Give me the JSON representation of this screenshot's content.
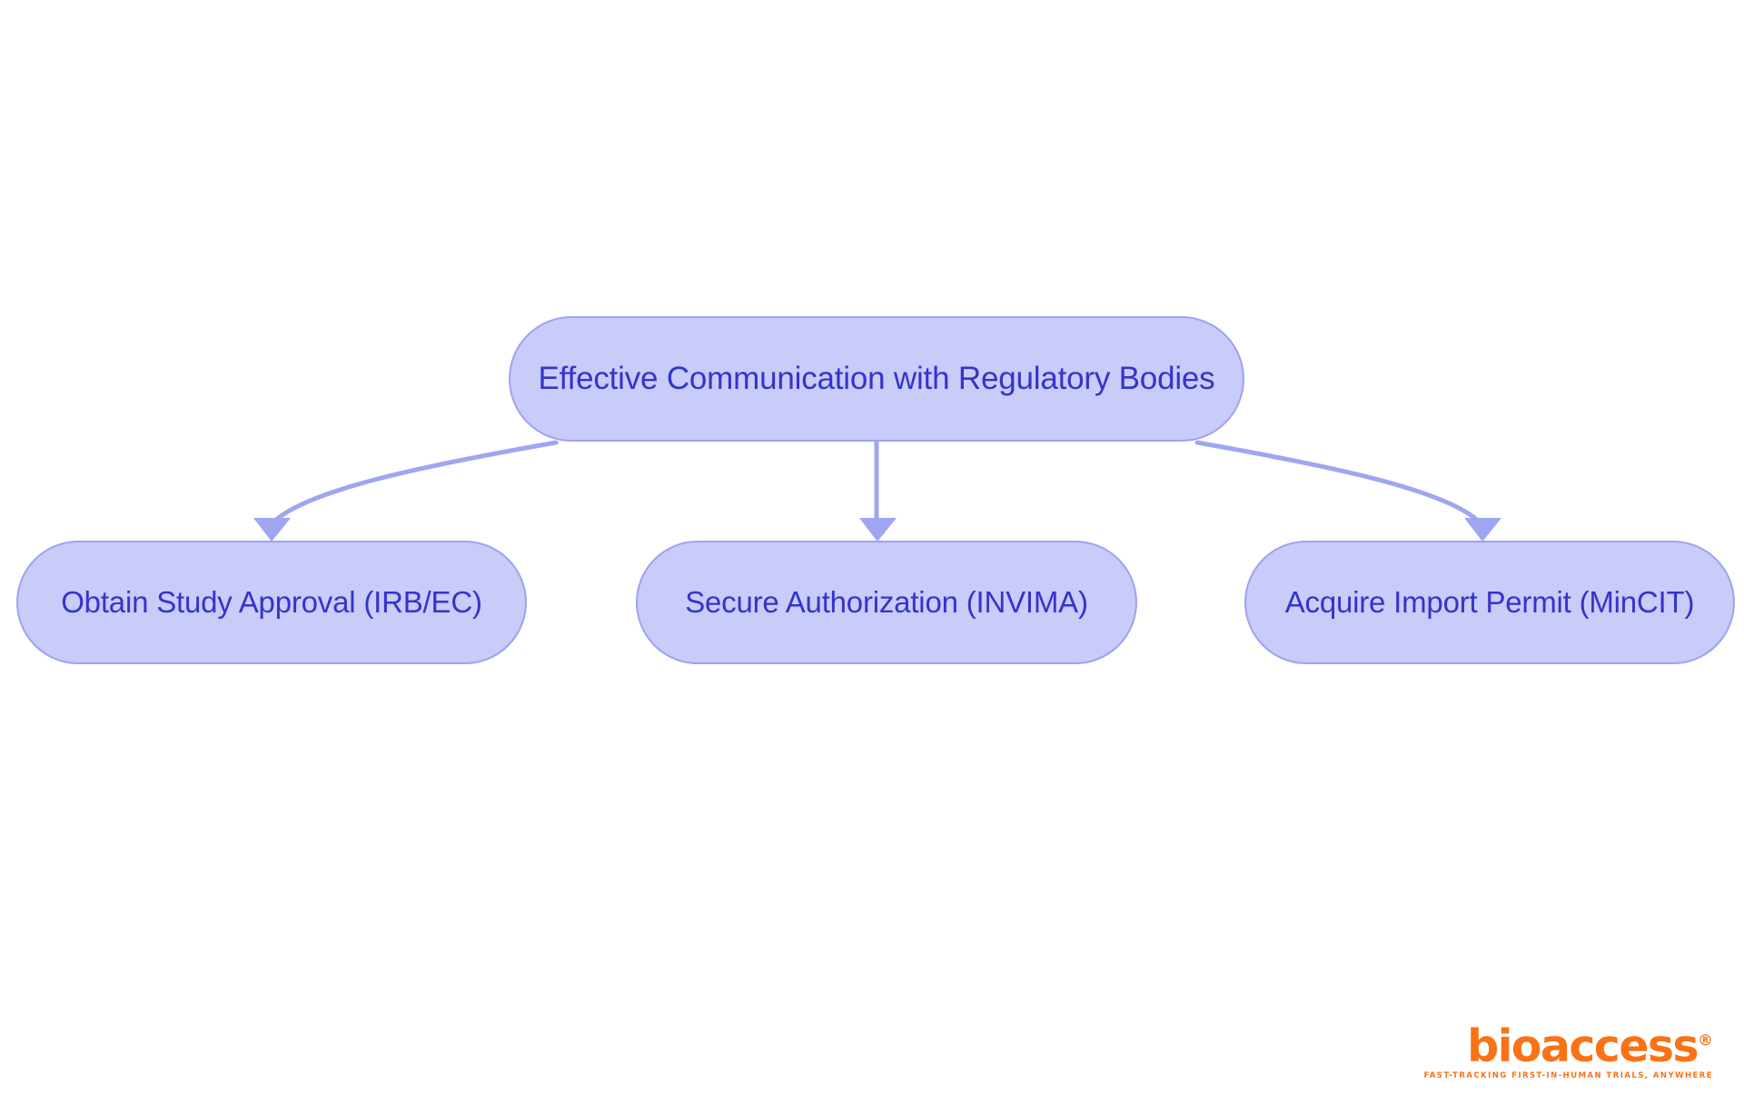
{
  "diagram": {
    "type": "flowchart",
    "orientation": "top-down",
    "title_node": "Effective Communication with Regulatory Bodies",
    "root": {
      "id": "root",
      "label": "Effective Communication with Regulatory Bodies"
    },
    "children": [
      {
        "id": "child-0",
        "label": "Obtain Study Approval (IRB/EC)"
      },
      {
        "id": "child-1",
        "label": "Secure Authorization (INVIMA)"
      },
      {
        "id": "child-2",
        "label": "Acquire Import Permit (MinCIT)"
      }
    ],
    "edges": [
      {
        "from": "Effective Communication with Regulatory Bodies",
        "to": "Obtain Study Approval (IRB/EC)",
        "style": "curved",
        "arrow": "down"
      },
      {
        "from": "Effective Communication with Regulatory Bodies",
        "to": "Secure Authorization (INVIMA)",
        "style": "straight",
        "arrow": "down"
      },
      {
        "from": "Effective Communication with Regulatory Bodies",
        "to": "Acquire Import Permit (MinCIT)",
        "style": "curved",
        "arrow": "down"
      }
    ]
  },
  "colors": {
    "node_fill": "#c9cbf8",
    "node_border": "#9ea2f0",
    "node_text": "#3434cc",
    "edge": "#9ea6f2",
    "background": "#ffffff",
    "brand": "#f97316"
  },
  "brand": {
    "name": "bioaccess",
    "registered_mark": "®",
    "tagline": "FAST-TRACKING FIRST-IN-HUMAN TRIALS, ANYWHERE"
  }
}
